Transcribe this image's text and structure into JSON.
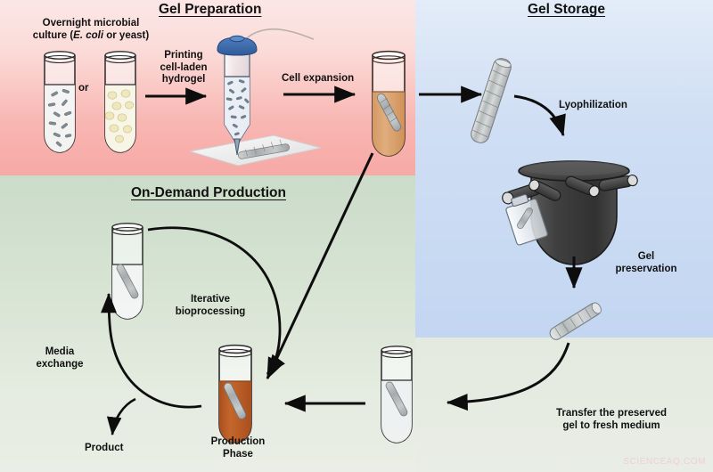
{
  "figure": {
    "watermark": "SCIENCEAQ.COM",
    "type": "scientific-workflow-diagram",
    "description": "Cyclic workflow for 3D-printed cell-laden hydrogel: gel preparation, gel storage by lyophilization, and on-demand production."
  },
  "panels": [
    {
      "id": "gel-preparation",
      "title": "Gel Preparation",
      "color": "#f8b6b2"
    },
    {
      "id": "gel-storage",
      "title": "Gel Storage",
      "color": "#cfdef4"
    },
    {
      "id": "on-demand-production",
      "title": "On-Demand Production",
      "color": "#d8e4d4"
    }
  ],
  "labels": {
    "overnight_culture_line1": "Overnight microbial",
    "overnight_culture_line2_pre": "culture (",
    "overnight_culture_italic": "E. coli",
    "overnight_culture_line2_post": " or yeast)",
    "or": "or",
    "printing": "Printing\ncell-laden\nhydrogel",
    "cell_expansion": "Cell expansion",
    "lyophilization": "Lyophilization",
    "gel_preservation": "Gel\npreservation",
    "transfer": "Transfer the preserved\ngel to fresh medium",
    "iterative": "Iterative\nbioprocessing",
    "media_exchange": "Media\nexchange",
    "product": "Product",
    "production_phase": "Production\nPhase"
  },
  "objects": {
    "tube_ecoli": {
      "name": "test-tube-ecoli-culture",
      "fill": "#f2f4f3",
      "cells": "rod-shaped"
    },
    "tube_yeast": {
      "name": "test-tube-yeast-culture",
      "fill": "#f7f6ea",
      "cells": "round"
    },
    "printer": {
      "name": "bioprinter-syringe",
      "cap_color": "#3f6bab",
      "platform_color": "#f0f0f0"
    },
    "tube_expansion": {
      "name": "test-tube-cell-expansion",
      "medium_color": "#d8a06a"
    },
    "gel_strip": {
      "name": "printed-hydrogel-strip",
      "color": "#b9bcbd"
    },
    "lyophilizer": {
      "name": "lyophilizer-chamber",
      "body_color": "#3d3d3d",
      "ports": 4
    },
    "tube_fresh": {
      "name": "test-tube-fresh-medium",
      "medium_color": "#e8e9ea"
    },
    "tube_production": {
      "name": "test-tube-production-phase",
      "medium_color": "#c0622b"
    },
    "tube_iterative": {
      "name": "test-tube-iterative-bioprocessing",
      "medium_color": "#eef0ef"
    }
  },
  "arrows": [
    {
      "name": "arrow-culture-to-printing",
      "style": "straight"
    },
    {
      "name": "arrow-printing-to-expansion",
      "style": "straight"
    },
    {
      "name": "arrow-expansion-to-storage",
      "style": "straight"
    },
    {
      "name": "arrow-lyophilization",
      "style": "curved"
    },
    {
      "name": "arrow-gel-preservation",
      "style": "straight"
    },
    {
      "name": "arrow-transfer-to-fresh-medium",
      "style": "curved"
    },
    {
      "name": "arrow-fresh-to-production",
      "style": "straight"
    },
    {
      "name": "arrow-expansion-to-production",
      "style": "straight-diagonal"
    },
    {
      "name": "arrow-iterative-bioprocessing",
      "style": "curved-loop"
    },
    {
      "name": "arrow-media-exchange",
      "style": "curved"
    },
    {
      "name": "arrow-product",
      "style": "curved"
    }
  ]
}
